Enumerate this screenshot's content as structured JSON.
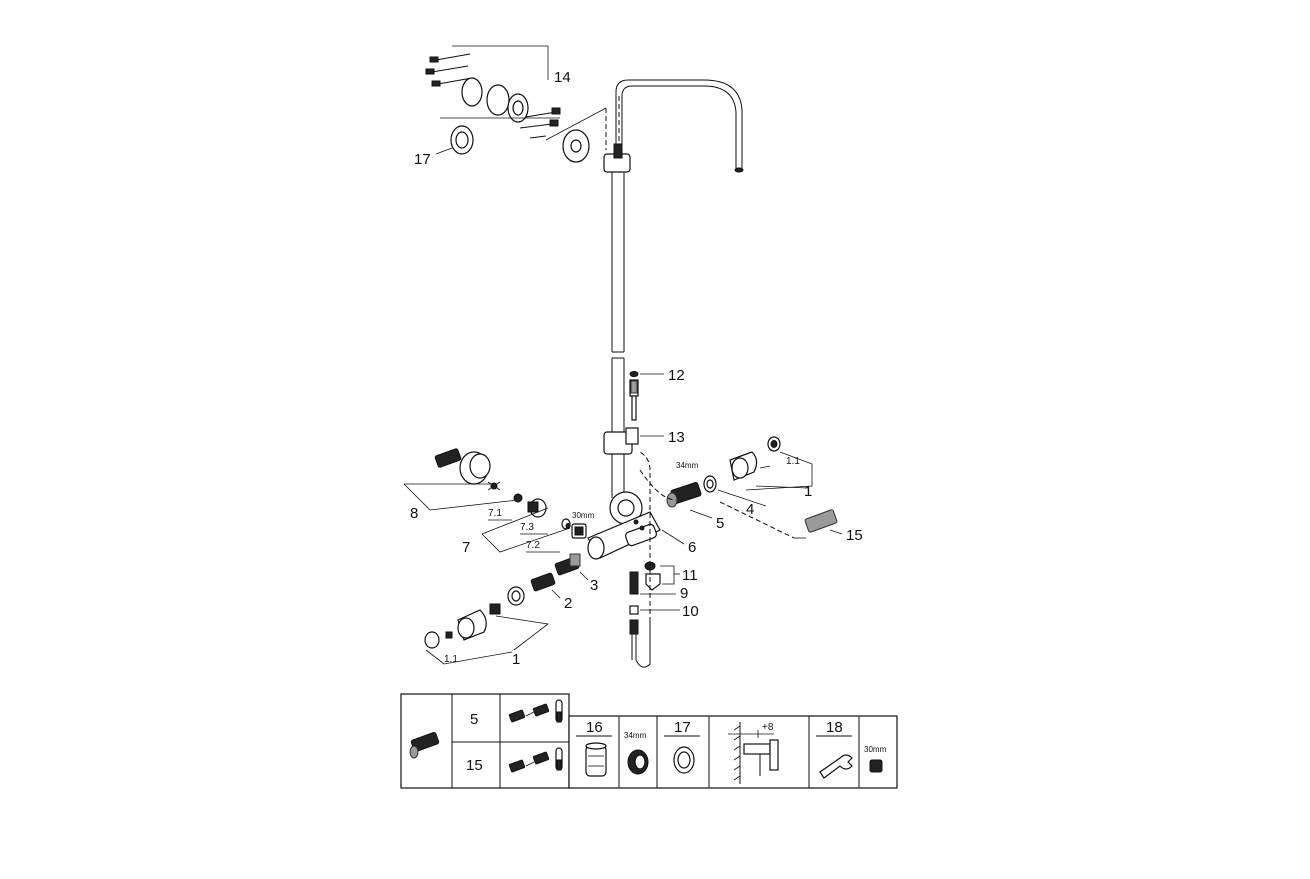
{
  "parts": {
    "p14": "14",
    "p17": "17",
    "p12": "12",
    "p13": "13",
    "p34mm": "34mm",
    "p1_1_right": "1.1",
    "p1_right": "1",
    "p4": "4",
    "p5": "5",
    "p15": "15",
    "p8": "8",
    "p7_1": "7.1",
    "p7_3": "7.3",
    "p7_2": "7.2",
    "p7": "7",
    "p30mm": "30mm",
    "p6": "6",
    "p11": "11",
    "p9": "9",
    "p10": "10",
    "p3": "3",
    "p2": "2",
    "p1_left": "1",
    "p1_1_left": "1.1"
  },
  "table": {
    "row5": "5",
    "row15": "15",
    "col16": "16",
    "col16_size": "34mm",
    "col17": "17",
    "col_offset": "+8",
    "col18": "18",
    "col18_size": "30mm"
  },
  "colors": {
    "line": "#111111",
    "fill": "#ffffff",
    "shade": "#9a9a9a"
  }
}
